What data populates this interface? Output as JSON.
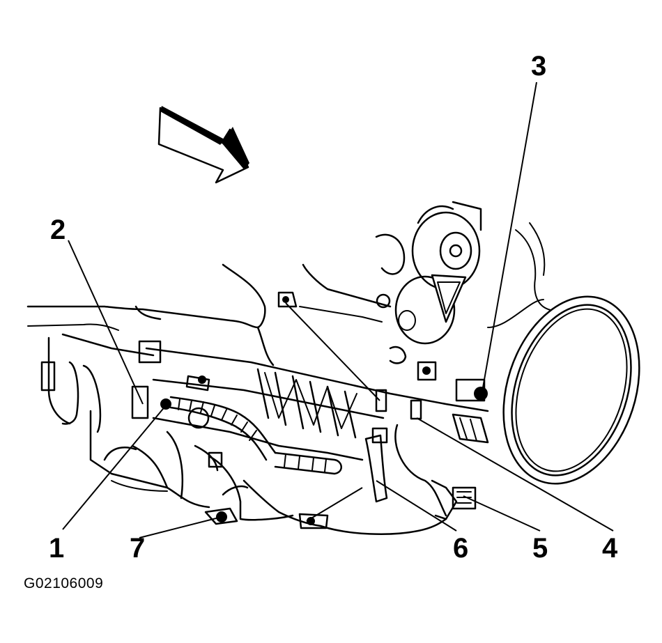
{
  "figure_id": "G02106009",
  "callouts": [
    {
      "id": "1",
      "label": "1"
    },
    {
      "id": "2",
      "label": "2"
    },
    {
      "id": "3",
      "label": "3"
    },
    {
      "id": "4",
      "label": "4"
    },
    {
      "id": "5",
      "label": "5"
    },
    {
      "id": "6",
      "label": "6"
    },
    {
      "id": "7",
      "label": "7"
    }
  ],
  "colors": {
    "ink": "#000000",
    "paper": "#ffffff"
  }
}
